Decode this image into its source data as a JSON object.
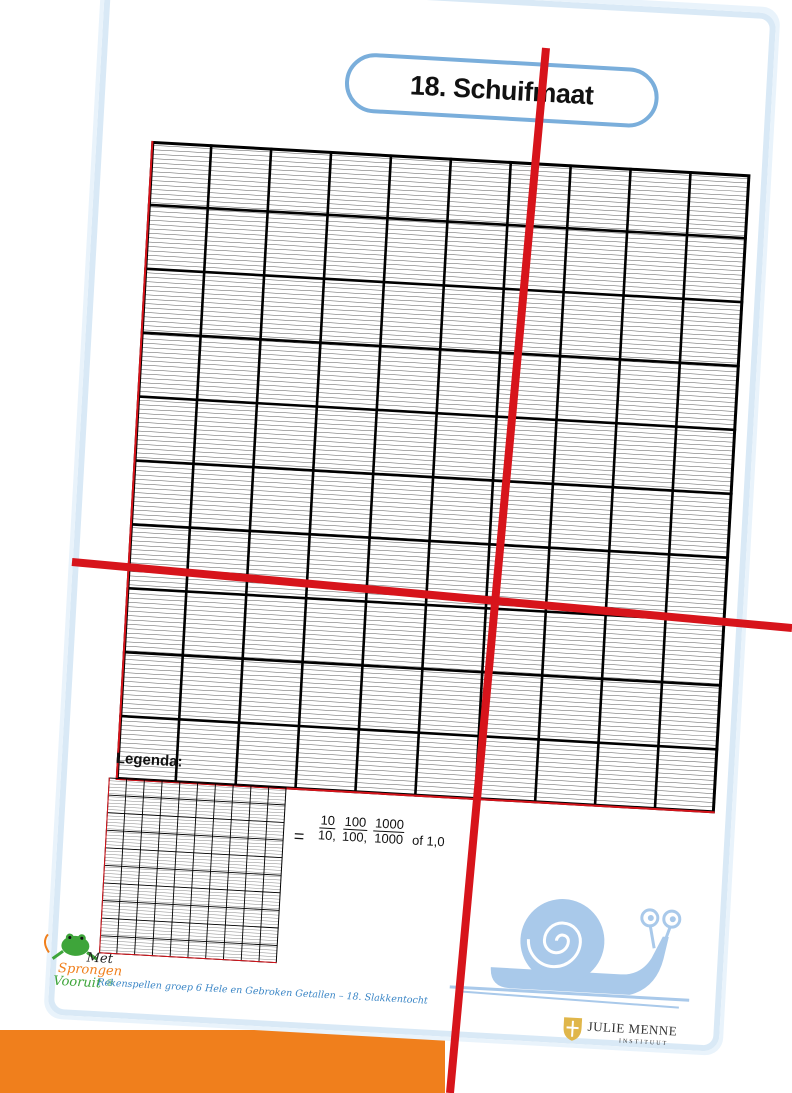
{
  "title": "18. Schuifmaat",
  "legend": {
    "label": "Legenda:",
    "equals": "=",
    "fractions": [
      {
        "numerator": "10",
        "denominator": "10,"
      },
      {
        "numerator": "100",
        "denominator": "100,"
      },
      {
        "numerator": "1000",
        "denominator": "1000"
      }
    ],
    "tail": "of 1,0"
  },
  "footer": {
    "caption": "Rekenspellen groep 6 Hele en Gebroken Getallen – 18. Slakkentocht",
    "logo_words": [
      "Met",
      "Sprongen",
      "Vooruit"
    ],
    "logo_mark": "®"
  },
  "publisher": {
    "name": "JULIE MENNE",
    "subtitle": "INSTITUUT"
  },
  "colors": {
    "red_line": "#d7141b",
    "title_border": "#7aaedb",
    "accent_orange": "#f07f1c",
    "snail": "#a9c9ea"
  }
}
